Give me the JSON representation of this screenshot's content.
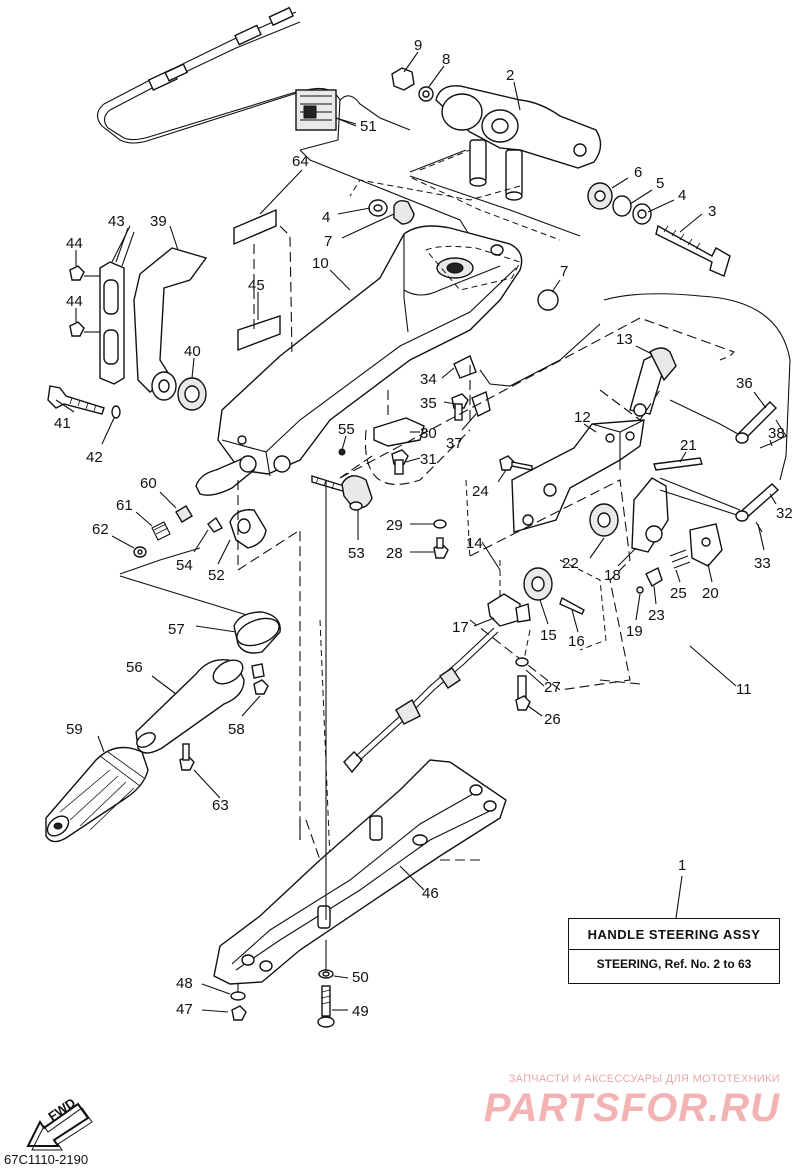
{
  "assembly": {
    "title": "HANDLE STEERING ASSY",
    "subtitle": "STEERING, Ref. No. 2 to 63"
  },
  "callouts": [
    "9",
    "8",
    "2",
    "51",
    "64",
    "6",
    "5",
    "4",
    "3",
    "43",
    "39",
    "4",
    "7",
    "10",
    "44",
    "44",
    "45",
    "7",
    "13",
    "40",
    "34",
    "36",
    "41",
    "42",
    "35",
    "30",
    "55",
    "37",
    "12",
    "38",
    "31",
    "21",
    "60",
    "24",
    "61",
    "32",
    "62",
    "29",
    "53",
    "54",
    "52",
    "28",
    "14",
    "22",
    "18",
    "20",
    "25",
    "33",
    "57",
    "17",
    "15",
    "16",
    "19",
    "23",
    "56",
    "11",
    "27",
    "59",
    "58",
    "26",
    "63",
    "1",
    "46",
    "50",
    "48",
    "47",
    "49"
  ],
  "orientation_badge": {
    "label": "FWD"
  },
  "drawing_code": "67C1110-2190",
  "watermark": {
    "tagline": "ЗАПЧАСТИ И АКСЕССУАРЫ ДЛЯ МОТОТЕХНИКИ",
    "brand": "PARTSFOR.RU"
  }
}
